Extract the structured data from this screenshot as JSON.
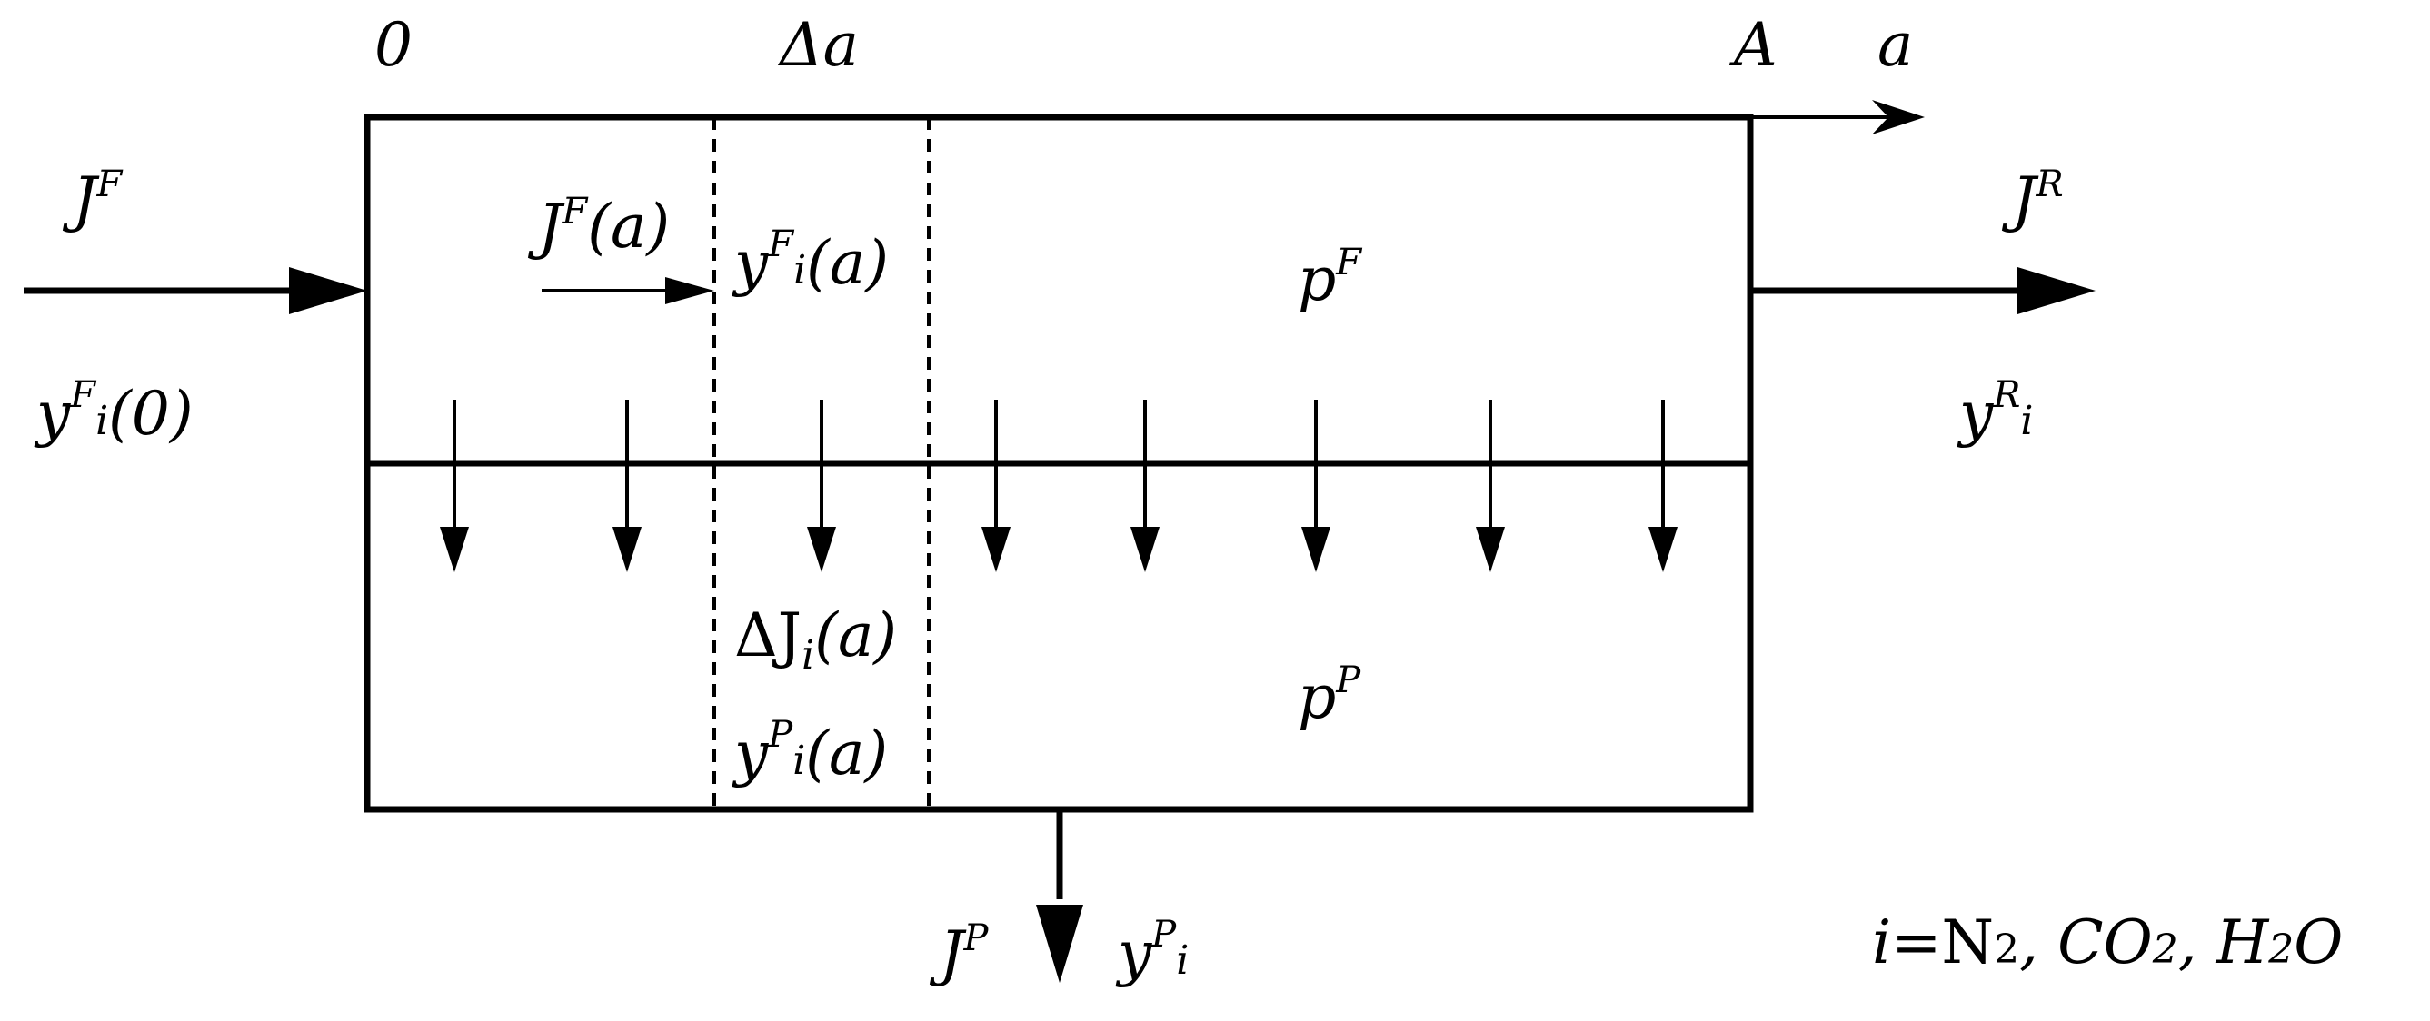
{
  "axis": {
    "start": "0",
    "delta": "Δa",
    "end": "A",
    "variable": "a"
  },
  "feed": {
    "flow_base": "J",
    "flow_sup": "F",
    "composition": {
      "base": "y",
      "sup": "F",
      "sub": "i",
      "arg": "(0)"
    }
  },
  "feed_local": {
    "flow": {
      "base": "J",
      "sup": "F",
      "arg": "(a)"
    },
    "composition": {
      "base": "y",
      "sup": "F",
      "sub": "i",
      "arg": "(a)"
    }
  },
  "feed_pressure": {
    "base": "p",
    "sup": "F"
  },
  "retentate": {
    "flow_base": "J",
    "flow_sup": "R",
    "composition": {
      "base": "y",
      "sup": "R",
      "sub": "i"
    }
  },
  "permeate_local": {
    "flux": {
      "base": "ΔJ",
      "sub": "i",
      "arg": "(a)"
    },
    "composition": {
      "base": "y",
      "sup": "P",
      "sub": "i",
      "arg": "(a)"
    }
  },
  "permeate_pressure": {
    "base": "p",
    "sup": "P"
  },
  "permeate": {
    "flow_base": "J",
    "flow_sup": "P",
    "composition": {
      "base": "y",
      "sup": "P",
      "sub": "i"
    }
  },
  "components": {
    "index": "i",
    "eq": "=",
    "c1_a": "N",
    "c1_b": "2",
    "sep1": ",",
    "c2_a": "CO",
    "c2_b": "2",
    "sep2": ",",
    "c3_a": "H",
    "c3_b": "2",
    "c3_c": "O"
  },
  "permeation_arrows": {
    "count": 8
  }
}
